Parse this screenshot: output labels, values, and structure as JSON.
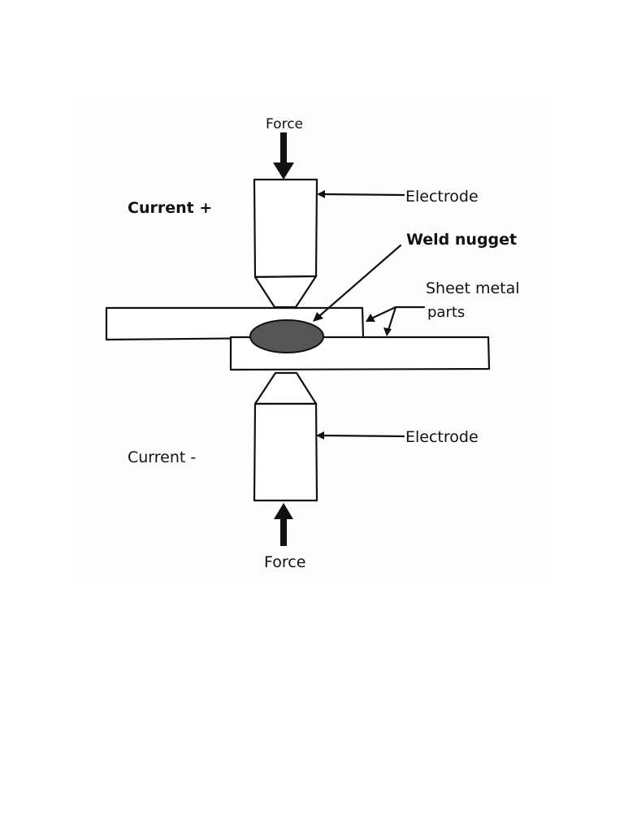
{
  "labels": {
    "force_top": "Force",
    "force_bottom": "Force",
    "current_plus": "Current +",
    "current_minus": "Current -",
    "electrode_top": "Electrode",
    "electrode_bottom": "Electrode",
    "weld_nugget": "Weld nugget",
    "sheet_metal_line1": "Sheet metal",
    "sheet_metal_line2": "parts"
  },
  "colors": {
    "background": "#ffffff",
    "panel": "#fdfdfd",
    "stroke": "#111111",
    "nugget_fill": "#555555"
  }
}
